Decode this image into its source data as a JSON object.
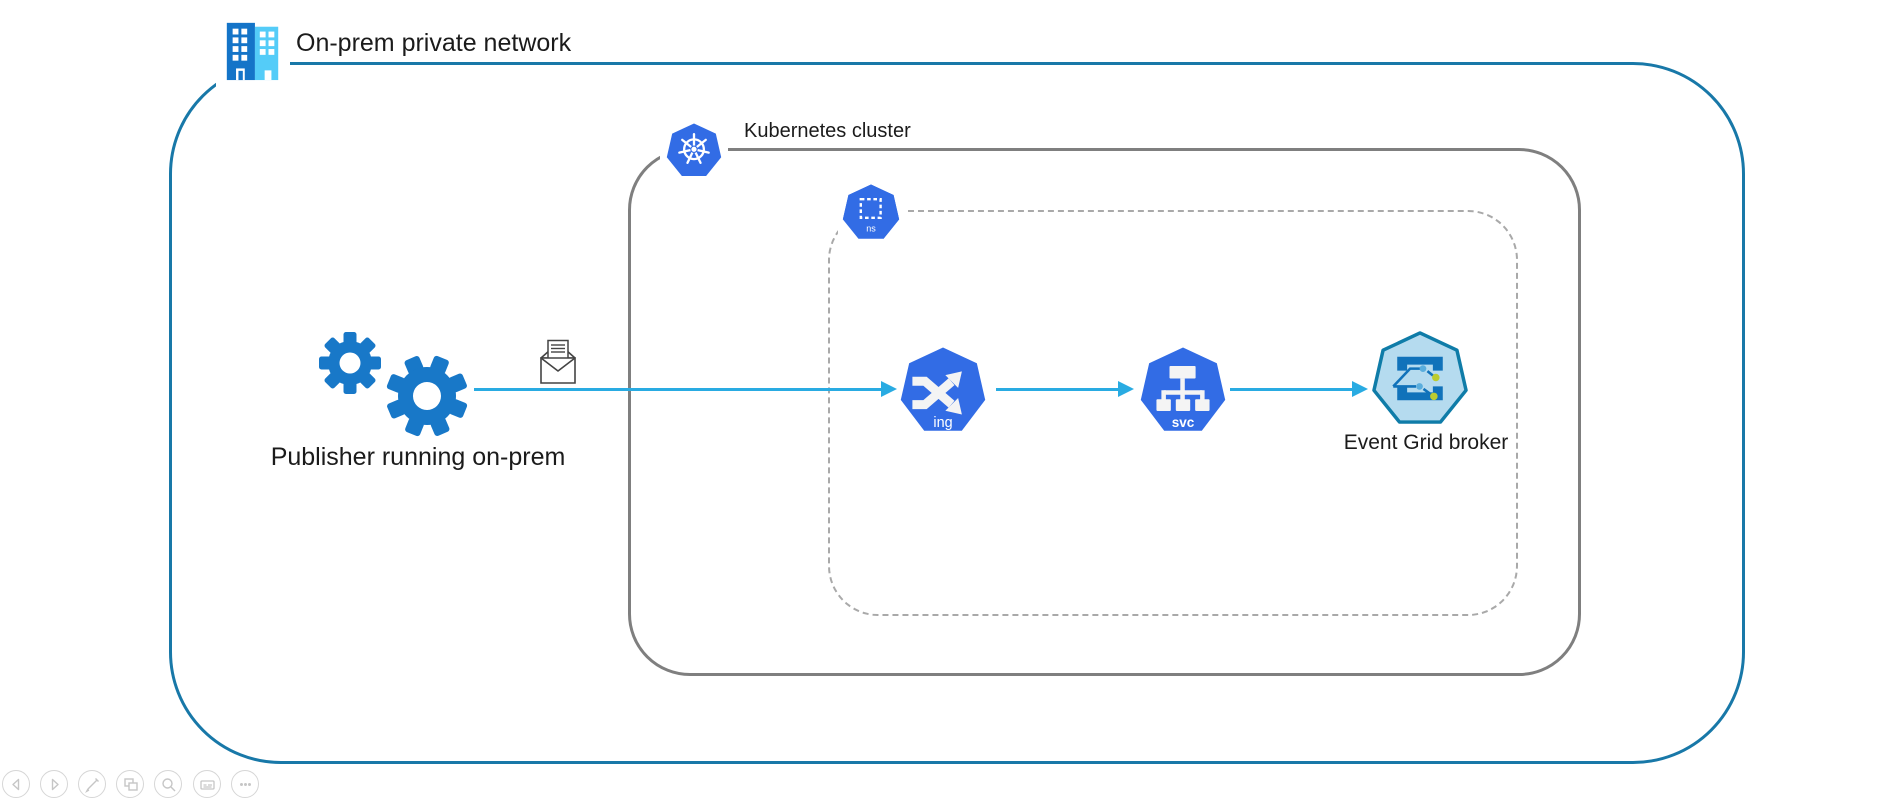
{
  "slide": {
    "containers": {
      "onprem": {
        "label": "On-prem private network",
        "icon": "building-icon"
      },
      "cluster": {
        "label": "Kubernetes cluster",
        "icon": "kubernetes-icon"
      },
      "namespace": {
        "label": "ns",
        "icon": "namespace-icon"
      }
    },
    "nodes": {
      "publisher": {
        "label": "Publisher running on-prem",
        "icon": "gears-icon"
      },
      "message": {
        "icon": "envelope-icon"
      },
      "ingress": {
        "label": "ing",
        "icon": "kubernetes-ingress-icon"
      },
      "service": {
        "label": "svc",
        "icon": "kubernetes-service-icon"
      },
      "eventgrid": {
        "label": "Event Grid broker",
        "icon": "event-grid-icon"
      }
    },
    "edges": [
      {
        "from": "publisher",
        "to": "ingress"
      },
      {
        "from": "ingress",
        "to": "service"
      },
      {
        "from": "service",
        "to": "eventgrid"
      }
    ]
  },
  "toolbar": {
    "items": [
      {
        "name": "previous-slide",
        "icon": "arrow-left-icon"
      },
      {
        "name": "next-slide",
        "icon": "arrow-right-icon"
      },
      {
        "name": "pen",
        "icon": "pen-icon"
      },
      {
        "name": "see-all-slides",
        "icon": "slides-icon"
      },
      {
        "name": "zoom",
        "icon": "magnifier-icon"
      },
      {
        "name": "captions",
        "icon": "captions-icon"
      },
      {
        "name": "more-options",
        "icon": "ellipsis-icon"
      }
    ]
  },
  "colors": {
    "teal": "#1878A8",
    "grayline": "#7F7F7F",
    "dashline": "#A9A9A9",
    "k8s": "#326CE5",
    "gear": "#1878C8",
    "arrow": "#29ABE2",
    "egfill": "#B5DBEF",
    "egborder": "#0F7CA8",
    "egdark": "#1072BA",
    "dotblue": "#5AAEDD",
    "dotgreen": "#BCCC2F",
    "ink": "#1B1B1B",
    "buildingdark": "#1474C8",
    "buildinglight": "#54CCF8"
  }
}
